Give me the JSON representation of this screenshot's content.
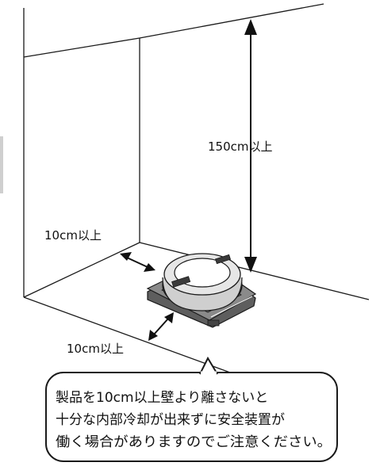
{
  "labels": {
    "height_clearance": "150cm以上",
    "side_clearance": "10cm以上",
    "back_clearance": "10cm以上"
  },
  "note": {
    "lines": [
      "製品を10cm以上壁より離さないと",
      "十分な内部冷却が出来ずに安全装置が",
      "働く場合がありますのでご注意ください。"
    ]
  },
  "colors": {
    "line": "#1a1a1a",
    "base_fill": "#8a8a8a",
    "base_top": "#6e6e6e",
    "pot_fill": "#d9d9d9",
    "pot_inner": "#ffffff"
  }
}
